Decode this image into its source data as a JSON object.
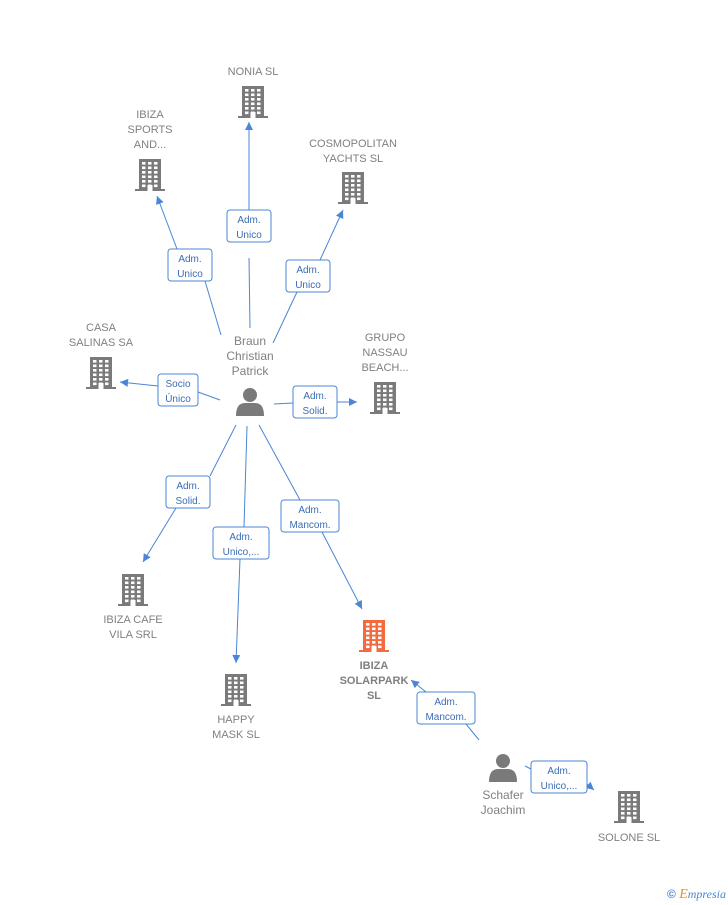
{
  "companies": [
    {
      "id": "nonia",
      "lines": [
        "NONIA  SL"
      ]
    },
    {
      "id": "ibiza-sports",
      "lines": [
        "IBIZA",
        "SPORTS",
        "AND..."
      ]
    },
    {
      "id": "cosmopolitan",
      "lines": [
        "COSMOPOLITAN",
        "YACHTS  SL"
      ]
    },
    {
      "id": "casa-salinas",
      "lines": [
        "CASA",
        "SALINAS SA"
      ]
    },
    {
      "id": "grupo-nassau",
      "lines": [
        "GRUPO",
        "NASSAU",
        "BEACH..."
      ]
    },
    {
      "id": "ibiza-cafe",
      "lines": [
        "IBIZA CAFE",
        "VILA SRL"
      ]
    },
    {
      "id": "happy-mask",
      "lines": [
        "HAPPY",
        "MASK  SL"
      ]
    },
    {
      "id": "ibiza-solarpark",
      "lines": [
        "IBIZA",
        "SOLARPARK",
        "SL"
      ],
      "main": true,
      "color": "#f26a3d"
    },
    {
      "id": "solone",
      "lines": [
        "SOLONE  SL"
      ]
    }
  ],
  "persons": [
    {
      "id": "braun",
      "lines": [
        "Braun",
        "Christian",
        "Patrick"
      ]
    },
    {
      "id": "schafer",
      "lines": [
        "Schafer",
        "Joachim"
      ]
    }
  ],
  "relations": [
    {
      "id": "rel-nonia",
      "lines": [
        "Adm.",
        "Unico"
      ]
    },
    {
      "id": "rel-ibiza-sports",
      "lines": [
        "Adm.",
        "Unico"
      ]
    },
    {
      "id": "rel-cosmopolitan",
      "lines": [
        "Adm.",
        "Unico"
      ]
    },
    {
      "id": "rel-casa-salinas",
      "lines": [
        "Socio",
        "Único"
      ]
    },
    {
      "id": "rel-grupo-nassau",
      "lines": [
        "Adm.",
        "Solid."
      ]
    },
    {
      "id": "rel-ibiza-cafe",
      "lines": [
        "Adm.",
        "Solid."
      ]
    },
    {
      "id": "rel-happy-mask",
      "lines": [
        "Adm.",
        "Unico,..."
      ]
    },
    {
      "id": "rel-solarpark-braun",
      "lines": [
        "Adm.",
        "Mancom."
      ]
    },
    {
      "id": "rel-solarpark-schafer",
      "lines": [
        "Adm.",
        "Mancom."
      ]
    },
    {
      "id": "rel-solone",
      "lines": [
        "Adm.",
        "Unico,..."
      ]
    }
  ],
  "footer": {
    "copyright": "©",
    "brand_initial": "E",
    "brand_rest": "mpresia"
  },
  "colors": {
    "edge": "#4a86d4",
    "building": "#7a7a7a",
    "main_building": "#f26a3d",
    "label": "#808080"
  }
}
